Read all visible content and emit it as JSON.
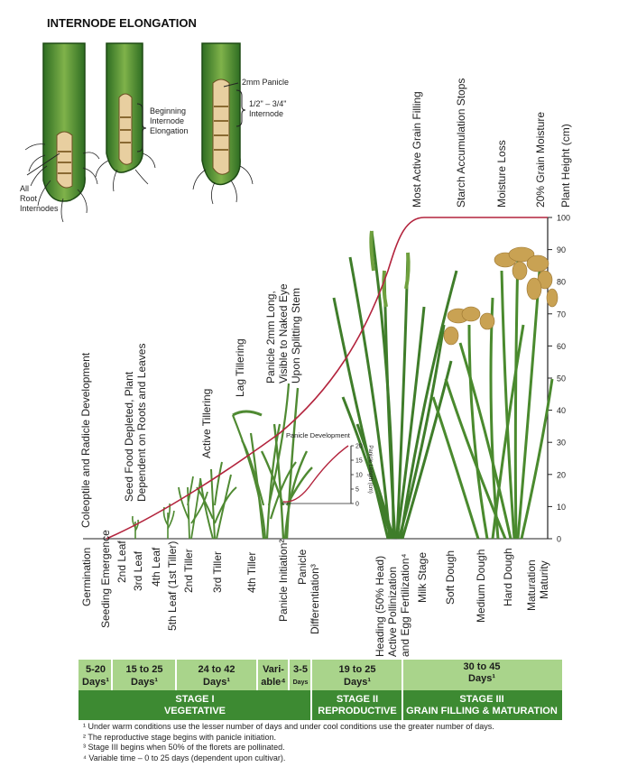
{
  "title": "INTERNODE ELONGATION",
  "inset_labels": {
    "all_root": [
      "All",
      "Root",
      "Internodes"
    ],
    "beginning": [
      "Beginning",
      "Internode",
      "Elongation"
    ],
    "panicle_2mm": "2mm Panicle",
    "internode_len": [
      "1/2\" – 3/4\"",
      "Internode"
    ]
  },
  "top_events": [
    "Most Active Grain Filling",
    "Starch Accumulation Stops",
    "Moisture Loss",
    "20% Grain Moisture"
  ],
  "axis_title": "Plant Height (cm)",
  "axis_ticks": [
    "100",
    "90",
    "80",
    "70",
    "60",
    "50",
    "40",
    "30",
    "20",
    "10",
    "0"
  ],
  "mid_events": {
    "coleoptile": "Coleoptile and Radicle Development",
    "seed_food": [
      "Seed Food Depleted, Plant",
      "Dependent on Roots and Leaves"
    ],
    "active_tillering": "Active Tillering",
    "lag_tillering": "Lag Tillering",
    "panicle_visible": [
      "Panicle 2mm Long,",
      "Visible to Naked Eye",
      "Upon Splitting Stem"
    ]
  },
  "panicle_inset": {
    "title": "Panicle Development",
    "axis": "Panicle Length (cm)",
    "ticks": [
      "20",
      "15",
      "10",
      "5",
      "0"
    ]
  },
  "stages_bottom": [
    "Germination",
    "Seeding Emergence",
    "2nd Leaf",
    "3rd Leaf",
    "4th Leaf",
    "5th Leaf (1st Tiller)",
    "2nd Tiller",
    "3rd Tiller",
    "4th Tiller",
    "Panicle Initiation²",
    "Panicle",
    "Differentiation³",
    "Heading (50% Head)",
    "Active Pollinization",
    "and Egg Fertilization⁴",
    "Milk Stage",
    "Soft Dough",
    "Medium Dough",
    "Hard Dough",
    "Maturation",
    "Maturity"
  ],
  "days": [
    {
      "a": "5-20",
      "b": "Days¹"
    },
    {
      "a": "15 to 25",
      "b": "Days¹"
    },
    {
      "a": "24 to 42",
      "b": "Days¹"
    },
    {
      "a": "Vari-",
      "b": "able⁴"
    },
    {
      "a": "3-5",
      "b": "Days"
    },
    {
      "a": "19 to 25",
      "b": "Days¹"
    },
    {
      "a": "30 to 45",
      "b": "Days¹"
    }
  ],
  "stages": [
    {
      "a": "STAGE I",
      "b": "VEGETATIVE"
    },
    {
      "a": "STAGE II",
      "b": "REPRODUCTIVE"
    },
    {
      "a": "STAGE III",
      "b": "GRAIN FILLING & MATURATION"
    }
  ],
  "footnotes": [
    "¹ Under warm conditions use the lesser number of days and under cool conditions use the greater number of days.",
    "² The reproductive stage begins with panicle initiation.",
    "³ Stage III begins when 50% of the florets are pollinated.",
    "⁴ Variable time – 0 to 25 days (dependent upon cultivar)."
  ],
  "colors": {
    "curve": "#b3243d",
    "band_light": "#a9d48b",
    "band_dark": "#3d8a32",
    "leaf": "#4f8a32",
    "leaf_dark": "#2f6a22",
    "grain": "#c9a253"
  }
}
